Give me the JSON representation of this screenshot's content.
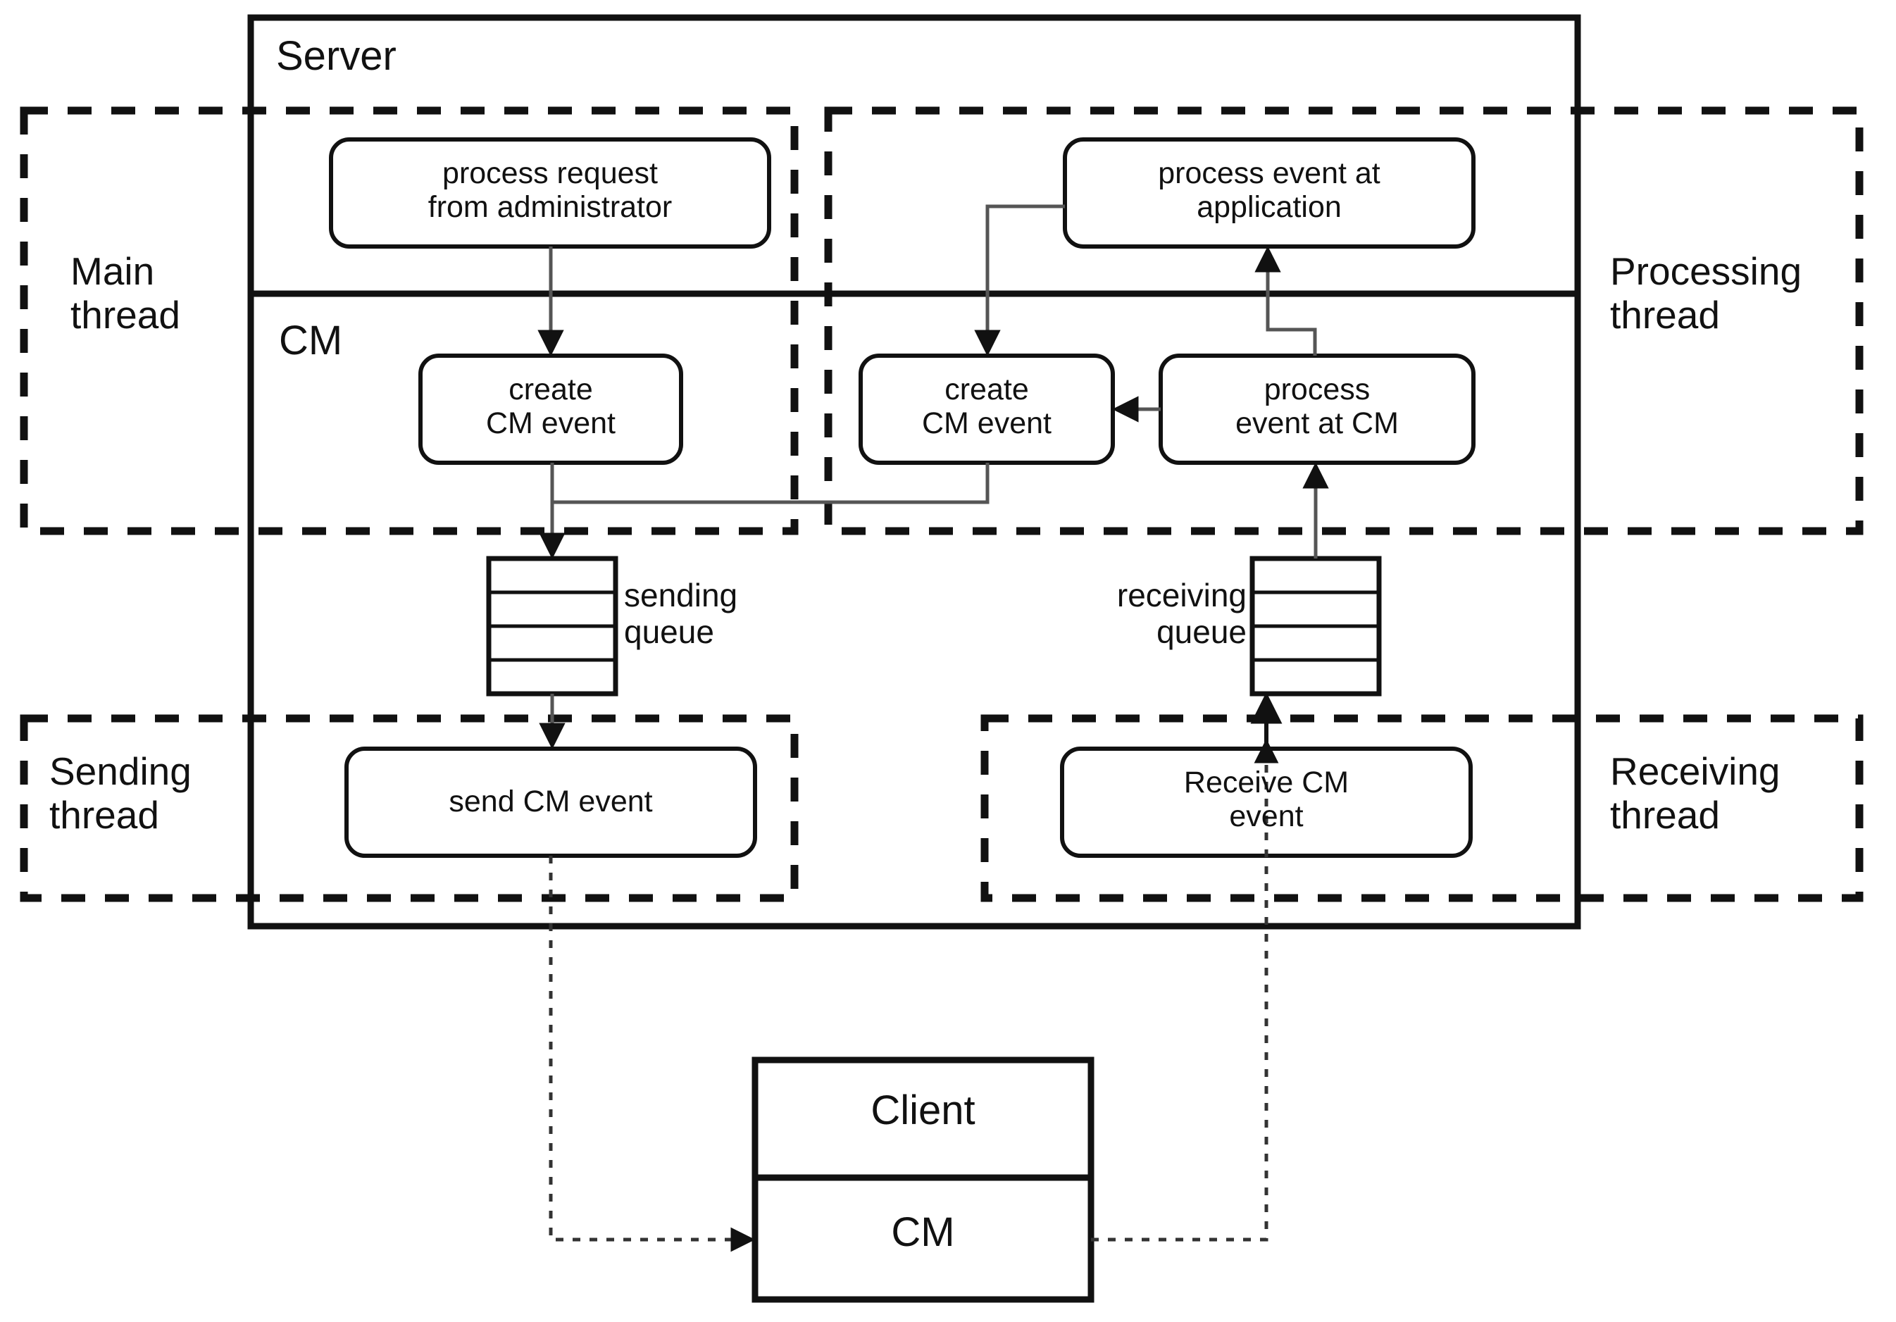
{
  "diagram": {
    "title": "Server",
    "containers": {
      "server": {
        "label": "Server"
      },
      "cm_layer": {
        "label": "CM"
      },
      "client": {
        "label": "Client"
      },
      "client_cm": {
        "label": "CM"
      }
    },
    "threads": [
      {
        "id": "main-thread",
        "label": "Main\nthread"
      },
      {
        "id": "processing-thread",
        "label": "Processing\nthread"
      },
      {
        "id": "sending-thread",
        "label": "Sending\nthread"
      },
      {
        "id": "receiving-thread",
        "label": "Receiving\nthread"
      }
    ],
    "nodes": [
      {
        "id": "process-request-from-administrator",
        "label": "process request\nfrom administrator"
      },
      {
        "id": "process-event-at-application",
        "label": "process event at\napplication"
      },
      {
        "id": "create-cm-event-main",
        "label": "create\nCM event"
      },
      {
        "id": "create-cm-event-processing",
        "label": "create\nCM event"
      },
      {
        "id": "process-event-at-cm",
        "label": "process\nevent at CM"
      },
      {
        "id": "send-cm-event",
        "label": "send CM event"
      },
      {
        "id": "receive-cm-event",
        "label": "Receive CM\nevent"
      }
    ],
    "queues": [
      {
        "id": "sending-queue",
        "label": "sending\nqueue",
        "slots": 4
      },
      {
        "id": "receiving-queue",
        "label": "receiving\nqueue",
        "slots": 4
      }
    ],
    "colors": {
      "stroke": "#111111",
      "background": "#ffffff",
      "connector": "#444444"
    }
  }
}
